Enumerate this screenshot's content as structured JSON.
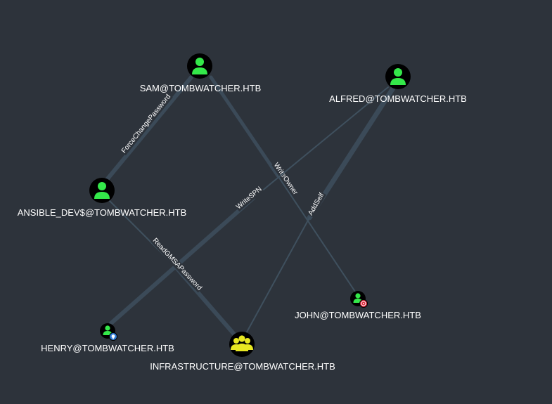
{
  "colors": {
    "background": "#2d333b",
    "user_icon": "#34e84a",
    "group_icon": "#e8e822",
    "node_circle": "#000000",
    "owned_badge": "#2f7dd6",
    "target_badge": "#e0283c",
    "edge": "#3b4a58"
  },
  "nodes": {
    "sam": {
      "label": "SAM@TOMBWATCHER.HTB",
      "type": "user",
      "icon": "user-icon"
    },
    "alfred": {
      "label": "ALFRED@TOMBWATCHER.HTB",
      "type": "user",
      "icon": "user-icon"
    },
    "ansible_dev": {
      "label": "ANSIBLE_DEV$@TOMBWATCHER.HTB",
      "type": "user",
      "icon": "user-icon"
    },
    "john": {
      "label": "JOHN@TOMBWATCHER.HTB",
      "type": "user",
      "icon": "user-icon",
      "badge": "target-icon"
    },
    "henry": {
      "label": "HENRY@TOMBWATCHER.HTB",
      "type": "user",
      "icon": "user-icon",
      "badge": "owned-pin-icon"
    },
    "infrastructure": {
      "label": "INFRASTRUCTURE@TOMBWATCHER.HTB",
      "type": "group",
      "icon": "group-icon"
    }
  },
  "edges": {
    "sam_ansible": {
      "label": "ForceChangePassword",
      "from": "SAM@TOMBWATCHER.HTB",
      "to": "ANSIBLE_DEV$@TOMBWATCHER.HTB"
    },
    "sam_john": {
      "label": "WriteOwner",
      "from": "SAM@TOMBWATCHER.HTB",
      "to": "JOHN@TOMBWATCHER.HTB"
    },
    "henry_alfred": {
      "label": "WriteSPN",
      "from": "HENRY@TOMBWATCHER.HTB",
      "to": "ALFRED@TOMBWATCHER.HTB"
    },
    "alfred_infra": {
      "label": "AddSelf",
      "from": "ALFRED@TOMBWATCHER.HTB",
      "to": "INFRASTRUCTURE@TOMBWATCHER.HTB"
    },
    "ansible_infra": {
      "label": "ReadGMSAPassword",
      "from": "ANSIBLE_DEV$@TOMBWATCHER.HTB",
      "to": "INFRASTRUCTURE@TOMBWATCHER.HTB"
    }
  }
}
